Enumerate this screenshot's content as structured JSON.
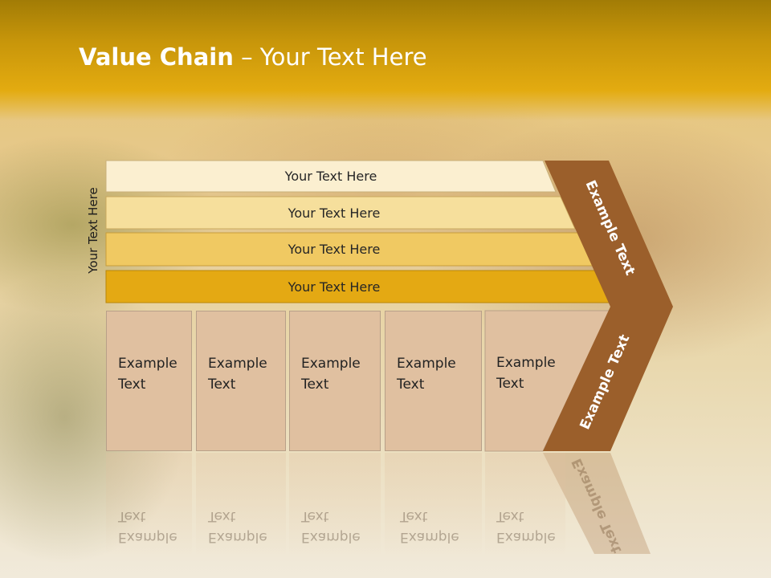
{
  "title": {
    "bold": "Value Chain",
    "rest": " – Your Text Here"
  },
  "side_label": "Your Text Here",
  "bands": [
    {
      "label": "Your Text Here",
      "color": "#fbefd0"
    },
    {
      "label": "Your Text Here",
      "color": "#f6df9c"
    },
    {
      "label": "Your Text Here",
      "color": "#f0c962"
    },
    {
      "label": "Your Text Here",
      "color": "#e4a913"
    }
  ],
  "boxes": [
    {
      "line1": "Example",
      "line2": "Text"
    },
    {
      "line1": "Example",
      "line2": "Text"
    },
    {
      "line1": "Example",
      "line2": "Text"
    },
    {
      "line1": "Example",
      "line2": "Text"
    },
    {
      "line1": "Example",
      "line2": "Text"
    }
  ],
  "chevron": {
    "upper_label": "Example Text",
    "lower_label": "Example Text",
    "color": "#9b5f2b"
  }
}
